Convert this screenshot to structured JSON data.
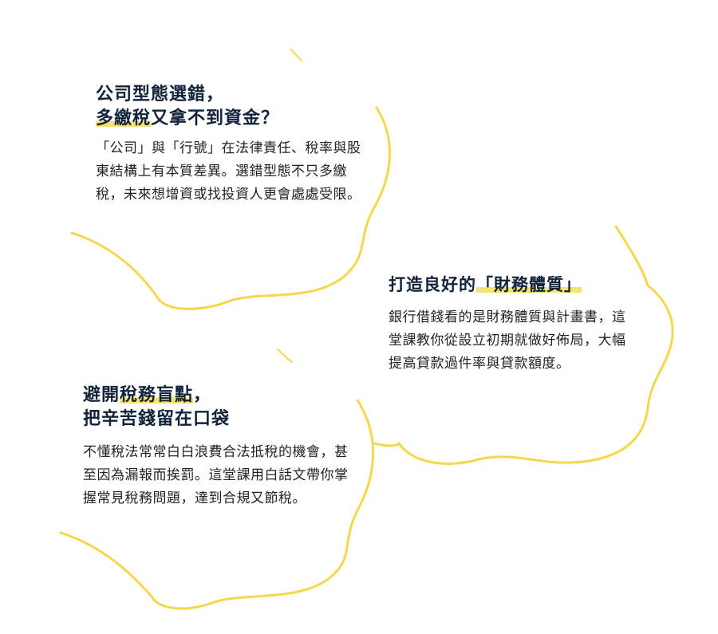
{
  "accent_color": "#f3d84e",
  "highlight_color": "#f6e36a",
  "title_color": "#10233a",
  "cards": [
    {
      "title_line1": "公司型態選錯，",
      "title_line2_highlight": "多繳稅",
      "title_line2_rest": "又拿不到資金？",
      "body": "「公司」與「行號」在法律責任、稅率與股東結構上有本質差異。選錯型態不只多繳稅，未來想增資或找投資人更會處處受限。"
    },
    {
      "title_plain": "打造良好的",
      "title_highlight": "「財務體質」",
      "body": "銀行借錢看的是財務體質與計畫書，這堂課教你從設立初期就做好佈局，大幅提高貸款過件率與貸款額度。"
    },
    {
      "title_line1_plain": "避開",
      "title_line1_highlight": "稅務盲點",
      "title_line1_end": "，",
      "title_line2": "把辛苦錢留在口袋",
      "body": "不懂稅法常常白白浪費合法抵稅的機會，甚至因為漏報而挨罰。這堂課用白話文帶你掌握常見稅務問題，達到合規又節稅。"
    }
  ]
}
